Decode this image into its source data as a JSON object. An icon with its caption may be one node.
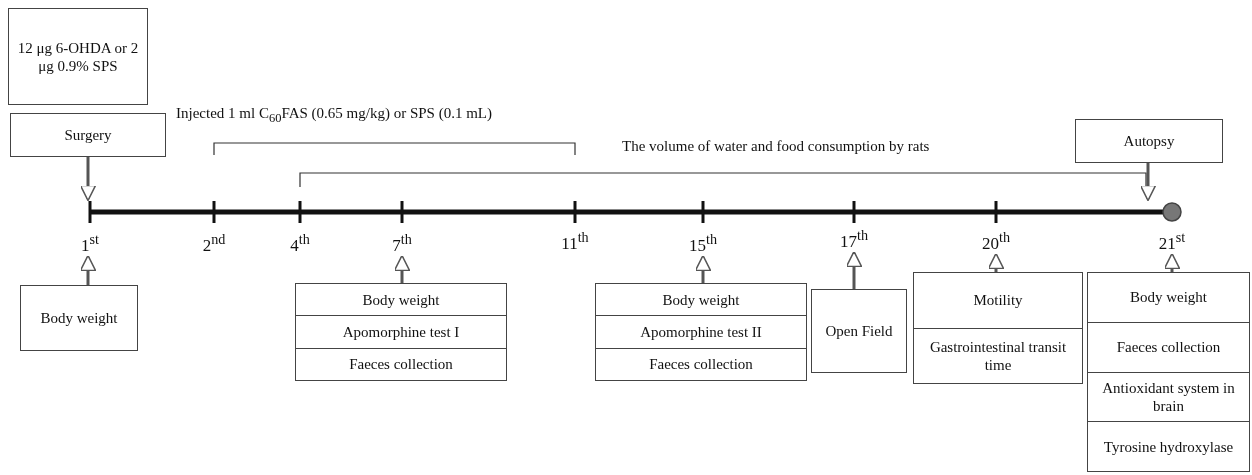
{
  "diagram": {
    "nodes": [
      {
        "text": [
          "12 μg 6-OHDA or 2 μg 0.9% SPS"
        ]
      },
      {
        "text": [
          "Surgery"
        ]
      },
      {
        "text": [
          "Autopsy"
        ]
      },
      {
        "text": [
          "Body weight"
        ]
      },
      {
        "text": [
          "Body weight",
          "Apomorphine test I",
          "Faeces collection"
        ]
      },
      {
        "text": [
          "Body weight",
          "Apomorphine test II",
          "Faeces collection"
        ]
      },
      {
        "text": [
          "Open Field"
        ]
      },
      {
        "text": [
          "Motility",
          "Gastrointestinal transit time"
        ]
      },
      {
        "text": [
          "Body weight",
          "Faeces collection",
          "Antioxidant system in brain",
          "Tyrosine hydroxylase"
        ]
      },
      {
        "text": [
          "1$^{st}$"
        ]
      },
      {
        "text": [
          "2$^{nd}$"
        ]
      },
      {
        "text": [
          "4$^{th}$"
        ]
      },
      {
        "text": [
          "7$^{th}$"
        ]
      },
      {
        "text": [
          "11$^{th}$"
        ]
      },
      {
        "text": [
          "15$^{th}$"
        ]
      },
      {
        "text": [
          "17$^{th}$"
        ]
      },
      {
        "text": [
          "20$^{th}$"
        ]
      },
      {
        "text": [
          "21$^{st}$"
        ]
      }
    ],
    "edges": [
      {
        "from": 1,
        "to": 9,
        "arrow": "to"
      },
      {
        "from": 2,
        "to": 17,
        "arrow": "to"
      },
      {
        "from": 3,
        "to": 9,
        "arrow": "to"
      },
      {
        "from": 4,
        "to": 12,
        "arrow": "to"
      },
      {
        "from": 5,
        "to": 14,
        "arrow": "to"
      },
      {
        "from": 6,
        "to": 15,
        "arrow": "to"
      },
      {
        "from": 7,
        "to": 16,
        "arrow": "to"
      },
      {
        "from": 8,
        "to": 17,
        "arrow": "to"
      }
    ],
    "labels": [
      "Injected 1 ml C$_{60}$FAS (0.65 mg/kg) or SPS (0.1 mL)",
      "The volume of water and food consumption by rats"
    ]
  }
}
